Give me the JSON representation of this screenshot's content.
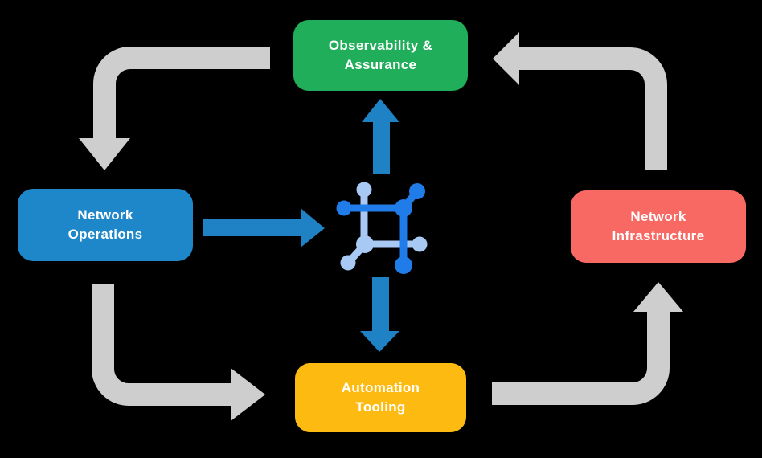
{
  "diagram": {
    "background_color": "#000000",
    "text_color": "#ffffff",
    "nodes": [
      {
        "id": "observability-assurance",
        "line1": "Observability &",
        "line2": "Assurance",
        "color": "#21ae5a"
      },
      {
        "id": "network-operations",
        "line1": "Network",
        "line2": "Operations",
        "color": "#1e87c9"
      },
      {
        "id": "network-infrastructure",
        "line1": "Network",
        "line2": "Infrastructure",
        "color": "#f96964"
      },
      {
        "id": "automation-tooling",
        "line1": "Automation",
        "line2": "Tooling",
        "color": "#fdbb11"
      }
    ],
    "cycle_arrows": {
      "color": "#cecece",
      "flows": [
        {
          "from": "Observability & Assurance",
          "to": "Network Operations"
        },
        {
          "from": "Network Operations",
          "to": "Automation Tooling"
        },
        {
          "from": "Automation Tooling",
          "to": "Network Infrastructure"
        },
        {
          "from": "Network Infrastructure",
          "to": "Observability & Assurance"
        }
      ]
    },
    "center_arrows": {
      "color": "#1e82c4",
      "flows": [
        {
          "from": "Network Operations",
          "to": "center-network-icon"
        },
        {
          "from": "center-network-icon",
          "to": "Observability & Assurance"
        },
        {
          "from": "center-network-icon",
          "to": "Automation Tooling"
        }
      ]
    },
    "center_icon": {
      "name": "network-mesh-icon",
      "dark_color": "#1f7ce8",
      "light_color": "#a7c9f3"
    }
  }
}
